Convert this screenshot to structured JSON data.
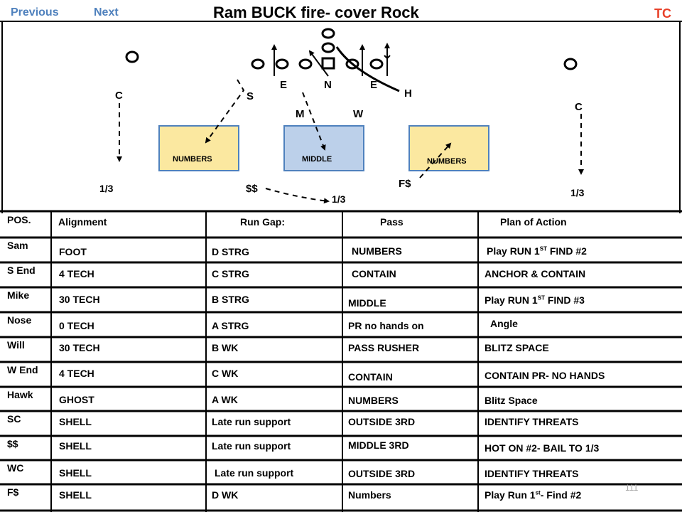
{
  "nav": {
    "previous": "Previous",
    "next": "Next"
  },
  "title": "Ram BUCK fire- cover Rock",
  "corner_tag": "TC",
  "page_number": "111",
  "colors": {
    "nav": "#4f81bd",
    "corner_tag": "#e8412a",
    "zone_numbers_fill": "#fbe8a0",
    "zone_middle_fill": "#bcd0ea",
    "zone_border": "#4f81bd"
  },
  "diagram": {
    "player_labels": {
      "e_left": "E",
      "n": "N",
      "e_right": "E",
      "h": "H",
      "s": "S",
      "m": "M",
      "w": "W",
      "c_left": "C",
      "c_right": "C",
      "fs": "F$",
      "ss": "$$"
    },
    "zones": {
      "left": "NUMBERS",
      "middle": "MIDDLE",
      "right": "NUMBERS"
    },
    "thirds": {
      "left": "1/3",
      "middle": "1/3",
      "right": "1/3"
    }
  },
  "table": {
    "headers": {
      "pos": "POS.",
      "alignment": "Alignment",
      "run_gap": "Run Gap:",
      "pass": "Pass",
      "plan": "Plan of Action"
    },
    "rows": [
      {
        "pos": "Sam",
        "alignment": "FOOT",
        "run_gap": "D STRG",
        "pass": "NUMBERS",
        "plan": "Play RUN 1",
        "plan_sup": "ST",
        "plan_end": " FIND #2"
      },
      {
        "pos": "S End",
        "alignment": "4 TECH",
        "run_gap": "C STRG",
        "pass": "CONTAIN",
        "plan": "ANCHOR & CONTAIN",
        "plan_sup": "",
        "plan_end": ""
      },
      {
        "pos": "Mike",
        "alignment": "30 TECH",
        "run_gap": "B STRG",
        "pass": "MIDDLE",
        "plan": "Play RUN 1",
        "plan_sup": "ST",
        "plan_end": " FIND #3"
      },
      {
        "pos": "Nose",
        "alignment": "0 TECH",
        "run_gap": "A STRG",
        "pass": "PR no hands on",
        "plan": "Angle",
        "plan_sup": "",
        "plan_end": ""
      },
      {
        "pos": "Will",
        "alignment": "30 TECH",
        "run_gap": "B WK",
        "pass": "PASS RUSHER",
        "plan": "BLITZ SPACE",
        "plan_sup": "",
        "plan_end": ""
      },
      {
        "pos": "W End",
        "alignment": "4 TECH",
        "run_gap": "C WK",
        "pass": "CONTAIN",
        "plan": "CONTAIN PR- NO HANDS",
        "plan_sup": "",
        "plan_end": ""
      },
      {
        "pos": "Hawk",
        "alignment": "GHOST",
        "run_gap": "A WK",
        "pass": "NUMBERS",
        "plan": "Blitz Space",
        "plan_sup": "",
        "plan_end": ""
      },
      {
        "pos": "SC",
        "alignment": "SHELL",
        "run_gap": "Late run support",
        "pass": "OUTSIDE 3RD",
        "plan": "IDENTIFY THREATS",
        "plan_sup": "",
        "plan_end": ""
      },
      {
        "pos": "$$",
        "alignment": "SHELL",
        "run_gap": "Late run support",
        "pass": "MIDDLE 3RD",
        "plan": "HOT ON #2- BAIL TO 1/3",
        "plan_sup": "",
        "plan_end": ""
      },
      {
        "pos": "WC",
        "alignment": "SHELL",
        "run_gap": "Late run support",
        "pass": "OUTSIDE 3RD",
        "plan": "IDENTIFY THREATS",
        "plan_sup": "",
        "plan_end": ""
      },
      {
        "pos": "F$",
        "alignment": "SHELL",
        "run_gap": "D WK",
        "pass": "Numbers",
        "plan": "Play Run 1",
        "plan_sup": "st",
        "plan_end": "- Find #2"
      }
    ]
  }
}
